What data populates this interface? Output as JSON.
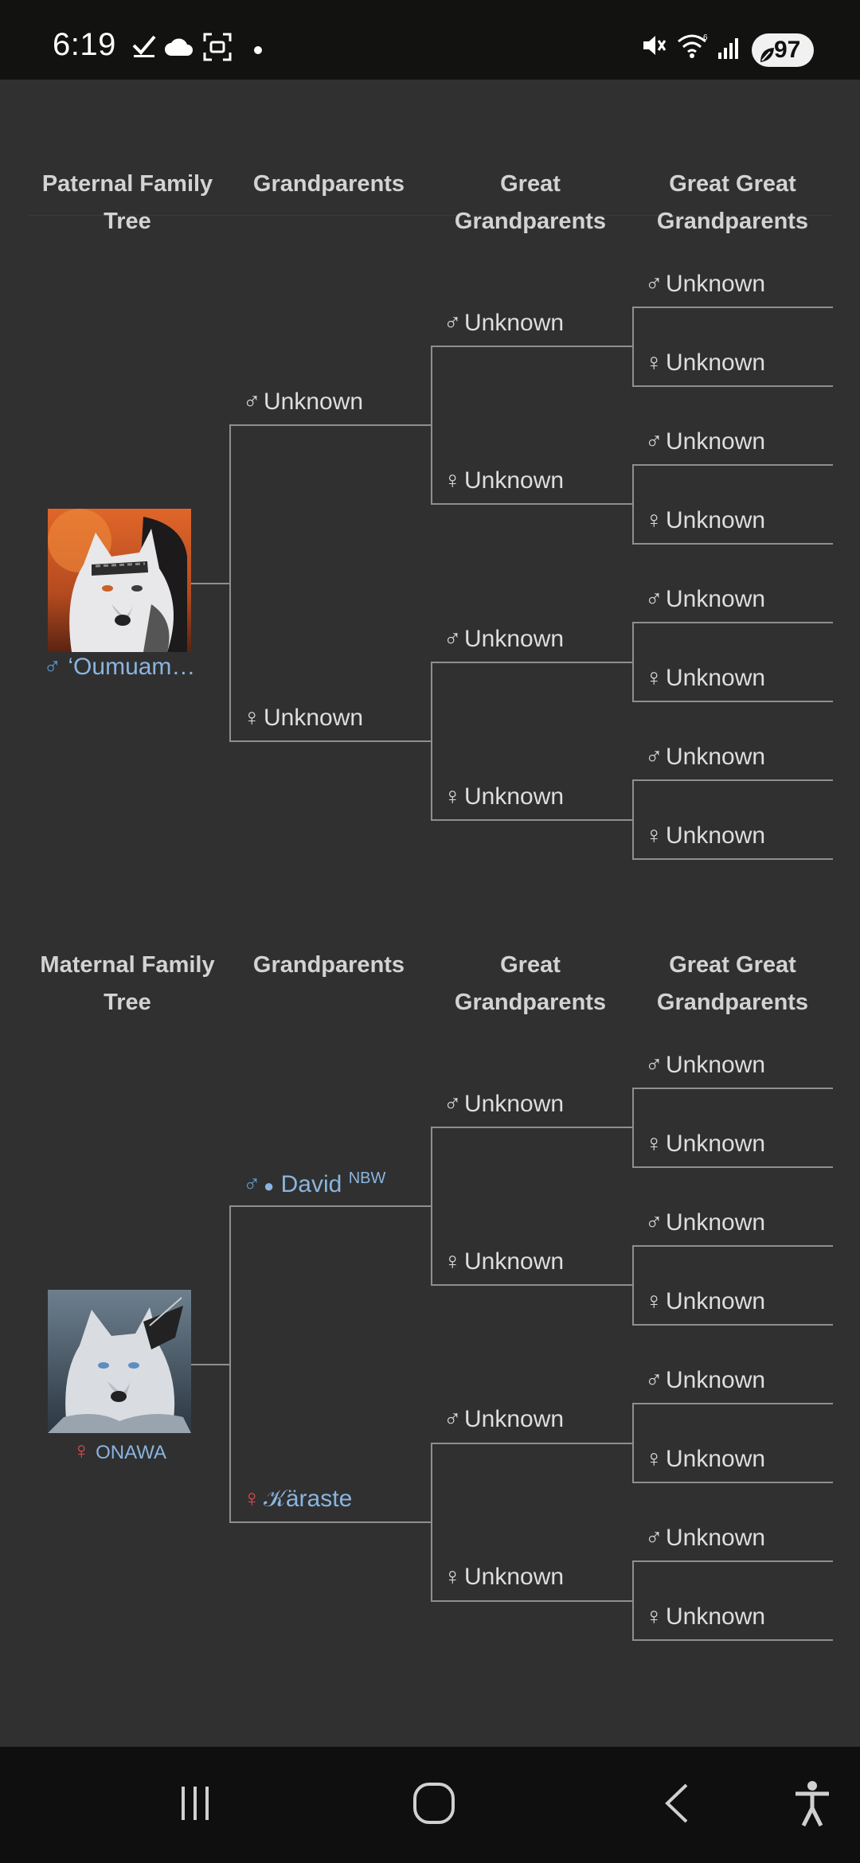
{
  "status_bar": {
    "time": "6:19",
    "battery": "97",
    "icons": [
      "check-icon",
      "cloud-icon",
      "screenshot-icon",
      "dot-icon",
      "mute-icon",
      "wifi-icon",
      "signal-icon",
      "battery-saver-icon"
    ]
  },
  "paternal": {
    "headers": [
      "Paternal Family Tree",
      "Grandparents",
      "Great Grandparents",
      "Great Great Grandparents"
    ],
    "subject": {
      "sex": "male",
      "name": "‘Oumuam…",
      "symbol": "♂"
    },
    "grandparents": [
      {
        "symbol": "♂",
        "name": "Unknown"
      },
      {
        "symbol": "♀",
        "name": "Unknown"
      }
    ],
    "great_grandparents": [
      {
        "symbol": "♂",
        "name": "Unknown"
      },
      {
        "symbol": "♀",
        "name": "Unknown"
      },
      {
        "symbol": "♂",
        "name": "Unknown"
      },
      {
        "symbol": "♀",
        "name": "Unknown"
      }
    ],
    "great_great_grandparents": [
      {
        "symbol": "♂",
        "name": "Unknown"
      },
      {
        "symbol": "♀",
        "name": "Unknown"
      },
      {
        "symbol": "♂",
        "name": "Unknown"
      },
      {
        "symbol": "♀",
        "name": "Unknown"
      },
      {
        "symbol": "♂",
        "name": "Unknown"
      },
      {
        "symbol": "♀",
        "name": "Unknown"
      },
      {
        "symbol": "♂",
        "name": "Unknown"
      },
      {
        "symbol": "♀",
        "name": "Unknown"
      }
    ]
  },
  "maternal": {
    "headers": [
      "Maternal Family Tree",
      "Grandparents",
      "Great Grandparents",
      "Great Great Grandparents"
    ],
    "subject": {
      "sex": "female",
      "name": "ONAWA",
      "symbol": "♀"
    },
    "grandparents": [
      {
        "symbol": "♂",
        "bullet": "●",
        "name": "David",
        "badge": "NBW"
      },
      {
        "symbol": "♀",
        "name": "𝒦äraste"
      }
    ],
    "great_grandparents": [
      {
        "symbol": "♂",
        "name": "Unknown"
      },
      {
        "symbol": "♀",
        "name": "Unknown"
      },
      {
        "symbol": "♂",
        "name": "Unknown"
      },
      {
        "symbol": "♀",
        "name": "Unknown"
      }
    ],
    "great_great_grandparents": [
      {
        "symbol": "♂",
        "name": "Unknown"
      },
      {
        "symbol": "♀",
        "name": "Unknown"
      },
      {
        "symbol": "♂",
        "name": "Unknown"
      },
      {
        "symbol": "♀",
        "name": "Unknown"
      },
      {
        "symbol": "♂",
        "name": "Unknown"
      },
      {
        "symbol": "♀",
        "name": "Unknown"
      },
      {
        "symbol": "♂",
        "name": "Unknown"
      },
      {
        "symbol": "♀",
        "name": "Unknown"
      }
    ]
  },
  "colors": {
    "male_symbol": "#5a9ed8",
    "female_symbol": "#e5484d",
    "link": "#8ab4e0",
    "background": "#303030"
  },
  "nav_bar": {
    "buttons": [
      "recent-apps-icon",
      "home-icon",
      "back-icon",
      "accessibility-icon"
    ]
  }
}
